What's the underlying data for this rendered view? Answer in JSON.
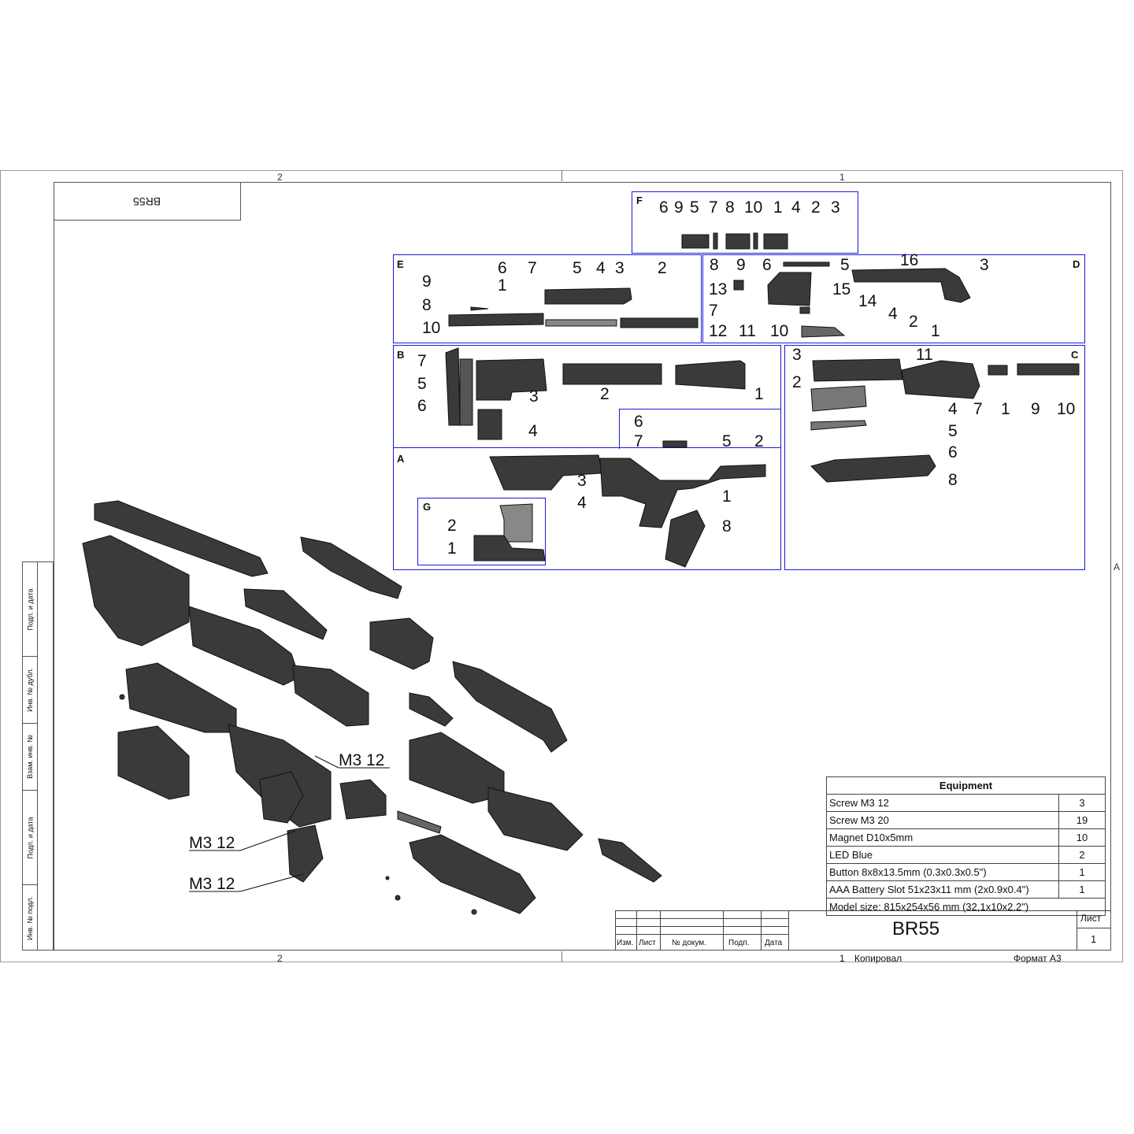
{
  "sheet": {
    "zones_top": [
      "2",
      "1"
    ],
    "zones_bottom": [
      "2"
    ],
    "zone_right": "A",
    "mirrored_title": "BR55",
    "side_labels": [
      "Подп. и дата",
      "Инв. № дубл.",
      "Взам. инв. №",
      "Подп. и дата",
      "Инв. № подл."
    ]
  },
  "sections": {
    "F": {
      "letter": "F",
      "numbers": [
        "6",
        "9",
        "5",
        "7",
        "8",
        "10",
        "1",
        "4",
        "2",
        "3"
      ]
    },
    "E": {
      "letter": "E",
      "numbers": [
        "6",
        "7",
        "5",
        "4",
        "3",
        "2",
        "9",
        "1",
        "8",
        "10"
      ]
    },
    "D": {
      "letter": "D",
      "numbers": [
        "8",
        "9",
        "6",
        "5",
        "16",
        "3",
        "13",
        "15",
        "14",
        "7",
        "4",
        "2",
        "12",
        "11",
        "10",
        "1"
      ]
    },
    "B": {
      "letter": "B",
      "numbers": [
        "7",
        "5",
        "6",
        "3",
        "2",
        "1",
        "4"
      ]
    },
    "C": {
      "letter": "C",
      "numbers": [
        "3",
        "11",
        "2",
        "4",
        "7",
        "1",
        "9",
        "10",
        "5",
        "6",
        "8"
      ]
    },
    "A": {
      "letter": "A",
      "numbers": [
        "6",
        "7",
        "5",
        "2",
        "3",
        "4",
        "1",
        "8"
      ]
    },
    "G": {
      "letter": "G",
      "numbers": [
        "2",
        "1"
      ]
    }
  },
  "callouts": [
    "M3 12",
    "M3 12",
    "M3 12"
  ],
  "equipment": {
    "title": "Equipment",
    "rows": [
      {
        "item": "Screw M3 12",
        "qty": "3"
      },
      {
        "item": "Screw M3 20",
        "qty": "19"
      },
      {
        "item": "Magnet D10x5mm",
        "qty": "10"
      },
      {
        "item": "LED Blue",
        "qty": "2"
      },
      {
        "item": "Button 8x8x13.5mm (0.3x0.3x0.5\")",
        "qty": "1"
      },
      {
        "item": "AAA Battery Slot 51x23x11 mm (2x0.9x0.4\")",
        "qty": "1"
      }
    ],
    "model_size": "Model size: 815x254x56 mm (32,1x10x2.2\")"
  },
  "title_block": {
    "name": "BR55",
    "sheet_label": "Лист",
    "sheet_number": "1",
    "headers": [
      "Изм.",
      "Лист",
      "№ докум.",
      "Подп.",
      "Дата"
    ],
    "copied_num": "1",
    "copied": "Копировал",
    "format": "Формат A3"
  }
}
